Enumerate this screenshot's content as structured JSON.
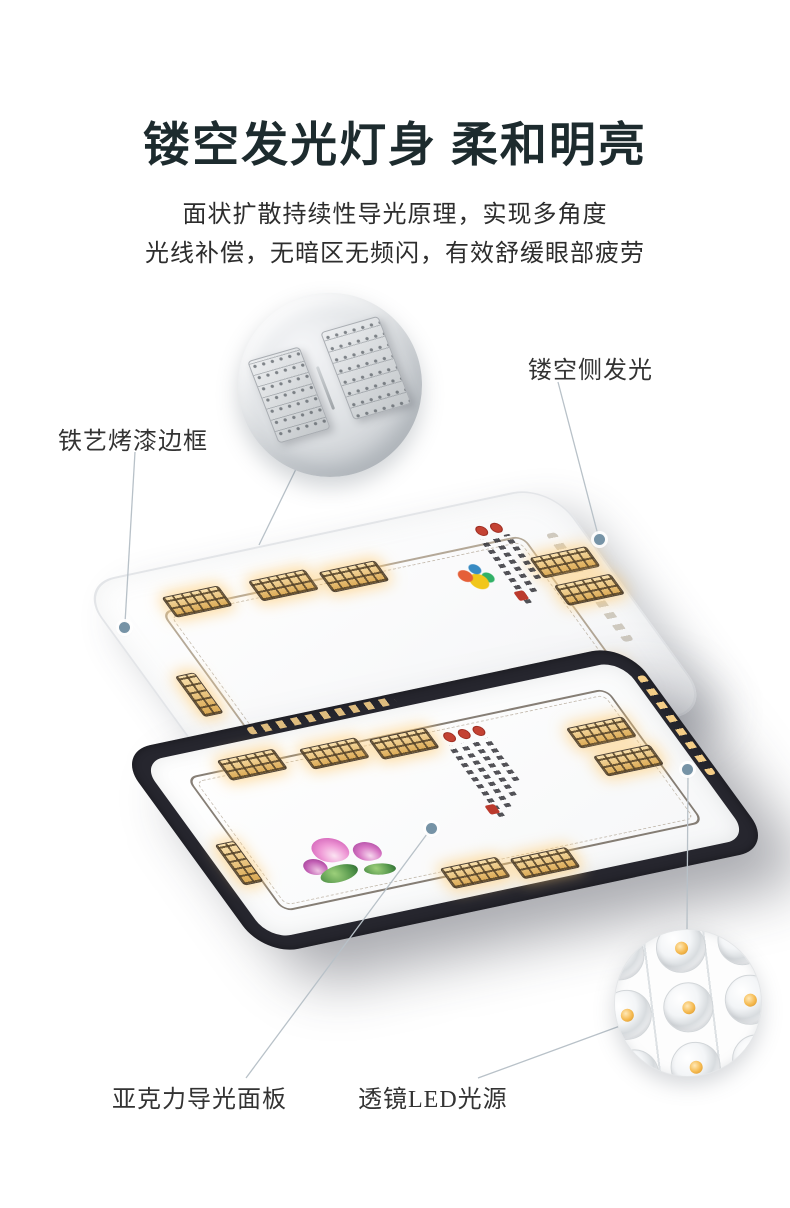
{
  "header": {
    "title": "镂空发光灯身 柔和明亮",
    "subtitle_line1": "面状扩散持续性导光原理，实现多角度",
    "subtitle_line2": "光线补偿，无暗区无频闪，有效舒缓眼部疲劳"
  },
  "callouts": {
    "side_glow": {
      "label": "镂空侧发光"
    },
    "iron_frame": {
      "label": "铁艺烤漆边框"
    },
    "acrylic_panel": {
      "label": "亚克力导光面板"
    },
    "led_source": {
      "label": "透镜LED光源"
    }
  },
  "colors": {
    "background": "#ffffff",
    "title_text": "#1d2b2e",
    "body_text": "#2d2d2d",
    "callout_dot": "#7693a6",
    "leader_line": "#b8c1c8",
    "black_lamp_frame": "#26262e",
    "gold_lattice": "#daa750"
  }
}
